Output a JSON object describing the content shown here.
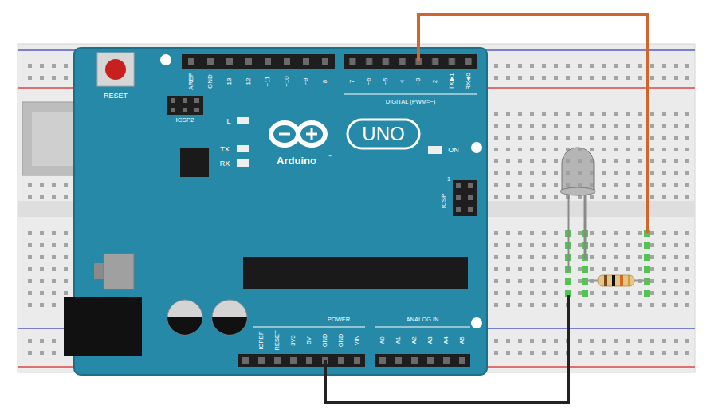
{
  "diagram": {
    "labels": [
      "RESET",
      "ICSP2",
      "AREF",
      "GND",
      "13",
      "12",
      "~11",
      "~10",
      "~9",
      "8",
      "7",
      "~6",
      "~5",
      "4",
      "~3",
      "2",
      "TX▶1",
      "RX◀0",
      "DIGITAL (PWM=~)",
      "L",
      "TX",
      "RX",
      "UNO",
      "Arduino",
      "™",
      "ON",
      "ICSP",
      "1",
      "IOREF",
      "RESET",
      "3V3",
      "5V",
      "GND",
      "GND",
      "VIN",
      "POWER",
      "ANALOG IN",
      "A0",
      "A1",
      "A2",
      "A3",
      "A4",
      "A5"
    ]
  }
}
